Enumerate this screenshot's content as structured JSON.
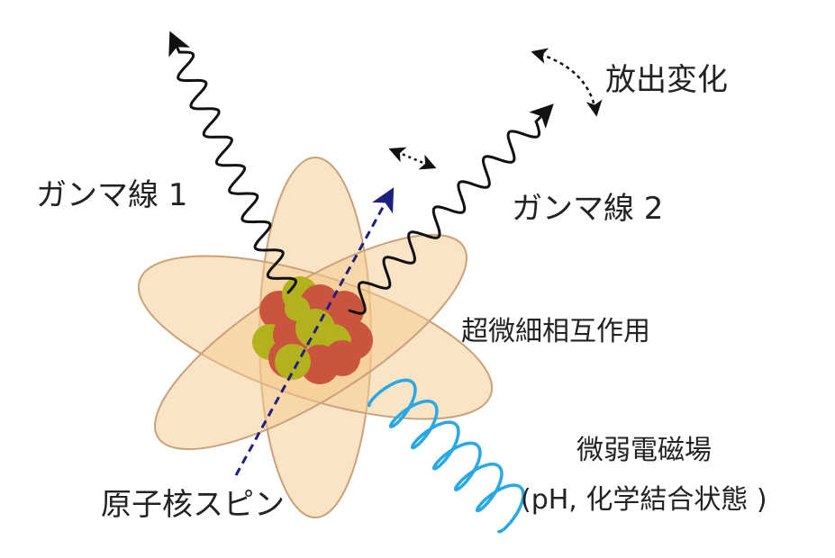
{
  "labels": {
    "gamma1": "ガンマ線 1",
    "gamma2": "ガンマ線 2",
    "emission_change": "放出変化",
    "hyperfine": "超微細相互作用",
    "weak_field": "微弱電磁場",
    "conditions": "(pH, 化学結合状態 )",
    "nuclear_spin": "原子核スピン"
  },
  "colors": {
    "orbital_fill": "#f6c98e",
    "orbital_stroke": "#c9a27a",
    "proton": "#c9553f",
    "neutron": "#b4b11f",
    "spin_arrow": "#1f1f80",
    "gamma_wave": "#111111",
    "field_wave": "#29a8e6",
    "arrow": "#111111"
  },
  "icons": {
    "nucleus": "nucleus-icon",
    "spin": "spin-arrow-icon",
    "gamma1": "gamma-wave-1-icon",
    "gamma2": "gamma-wave-2-icon",
    "field": "em-wave-icon"
  }
}
